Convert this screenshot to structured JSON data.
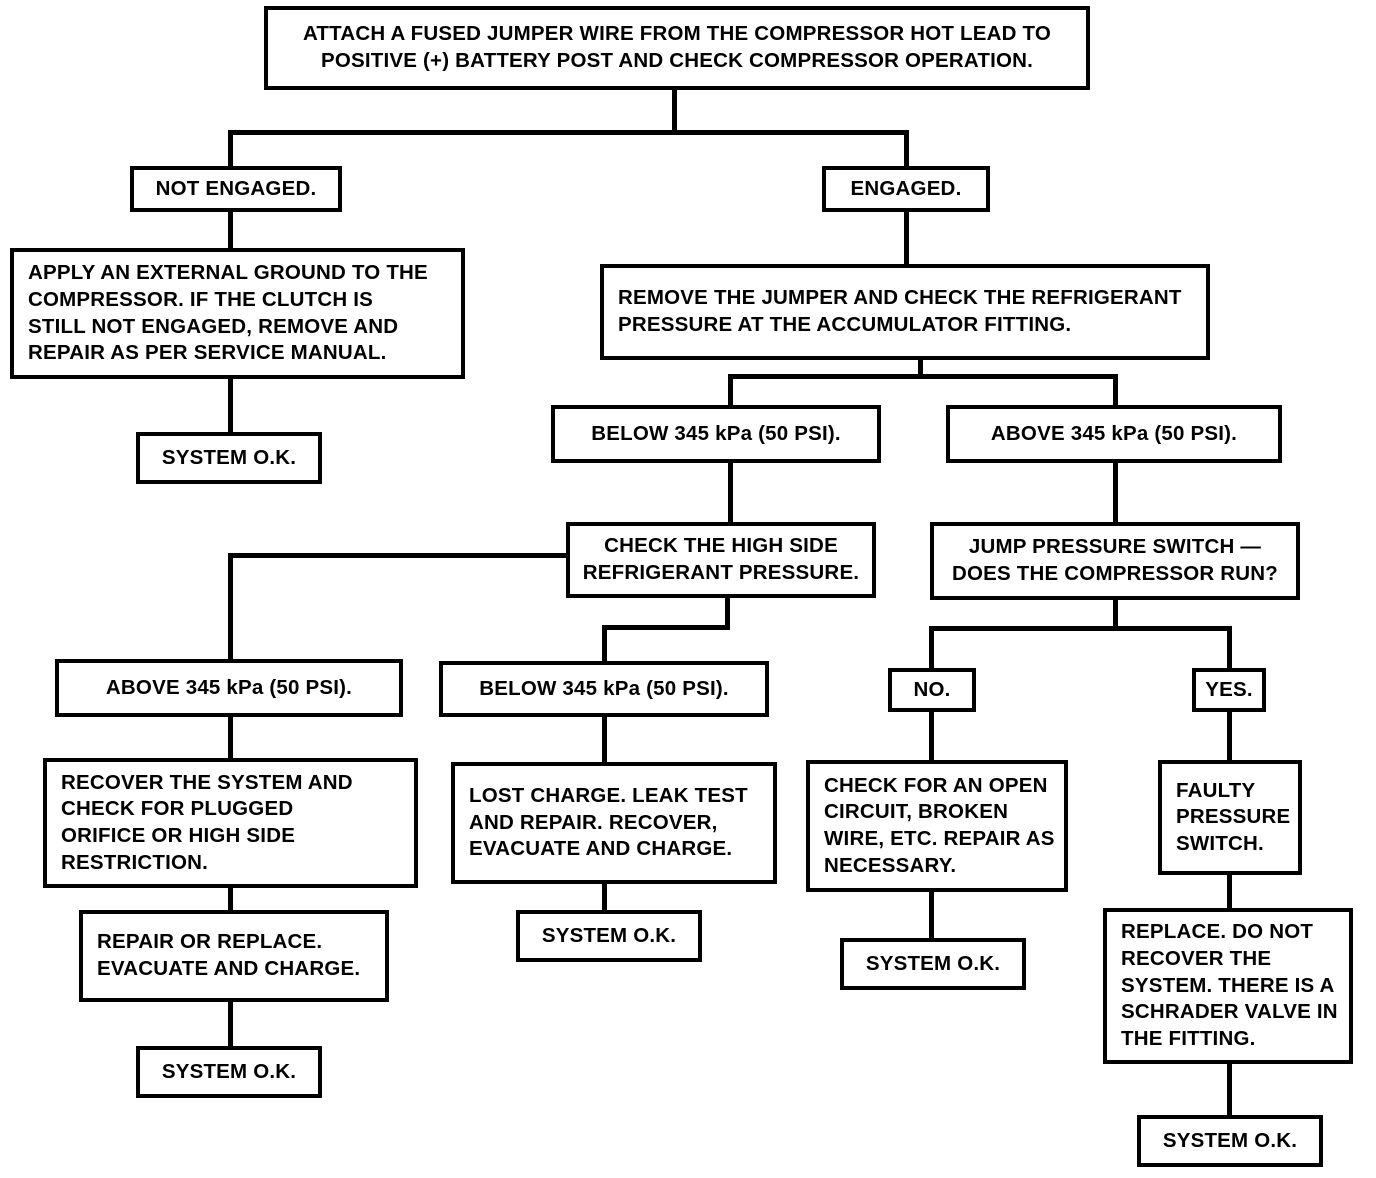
{
  "diagram": {
    "title": "A/C Compressor Clutch Diagnostic Flowchart",
    "type": "flowchart",
    "line_color": "#000000",
    "box_border_color": "#000000",
    "box_fill_color": "#ffffff",
    "background_color": "#ffffff"
  },
  "nodes": {
    "start": "ATTACH A FUSED JUMPER WIRE FROM THE COMPRESSOR HOT LEAD TO\nPOSITIVE (+) BATTERY POST AND CHECK COMPRESSOR OPERATION.",
    "not_engaged": "NOT ENGAGED.",
    "engaged": "ENGAGED.",
    "apply_ground": "APPLY AN EXTERNAL GROUND TO THE\nCOMPRESSOR. IF THE CLUTCH IS\nSTILL NOT ENGAGED, REMOVE AND\nREPAIR AS PER SERVICE MANUAL.",
    "system_ok_1": "SYSTEM O.K.",
    "remove_jumper": "REMOVE THE JUMPER AND CHECK THE REFRIGERANT\nPRESSURE AT THE ACCUMULATOR FITTING.",
    "below_345_accum": "BELOW 345 kPa (50 PSI).",
    "above_345_accum": "ABOVE 345 kPa (50 PSI).",
    "check_high_side": "CHECK THE HIGH SIDE\nREFRIGERANT PRESSURE.",
    "jump_pressure_switch": "JUMP PRESSURE SWITCH —\nDOES THE COMPRESSOR RUN?",
    "above_345_high": "ABOVE 345 kPa (50 PSI).",
    "below_345_high": "BELOW 345 kPa (50 PSI).",
    "no": "NO.",
    "yes": "YES.",
    "recover_system": "RECOVER THE SYSTEM AND\nCHECK FOR PLUGGED\nORIFICE OR HIGH SIDE\nRESTRICTION.",
    "lost_charge": "LOST CHARGE. LEAK TEST\nAND REPAIR. RECOVER,\nEVACUATE AND CHARGE.",
    "check_open_circuit": "CHECK FOR AN OPEN\nCIRCUIT, BROKEN\nWIRE, ETC. REPAIR AS\nNECESSARY.",
    "faulty_switch": "FAULTY\nPRESSURE\nSWITCH.",
    "repair_or_replace": "REPAIR OR REPLACE.\nEVACUATE AND CHARGE.",
    "system_ok_2": "SYSTEM O.K.",
    "system_ok_3": "SYSTEM O.K.",
    "replace_no_recover": "REPLACE. DO NOT\nRECOVER THE\nSYSTEM. THERE IS A\nSCHRADER VALVE IN\nTHE FITTING.",
    "system_ok_4": "SYSTEM O.K.",
    "system_ok_5": "SYSTEM O.K."
  }
}
